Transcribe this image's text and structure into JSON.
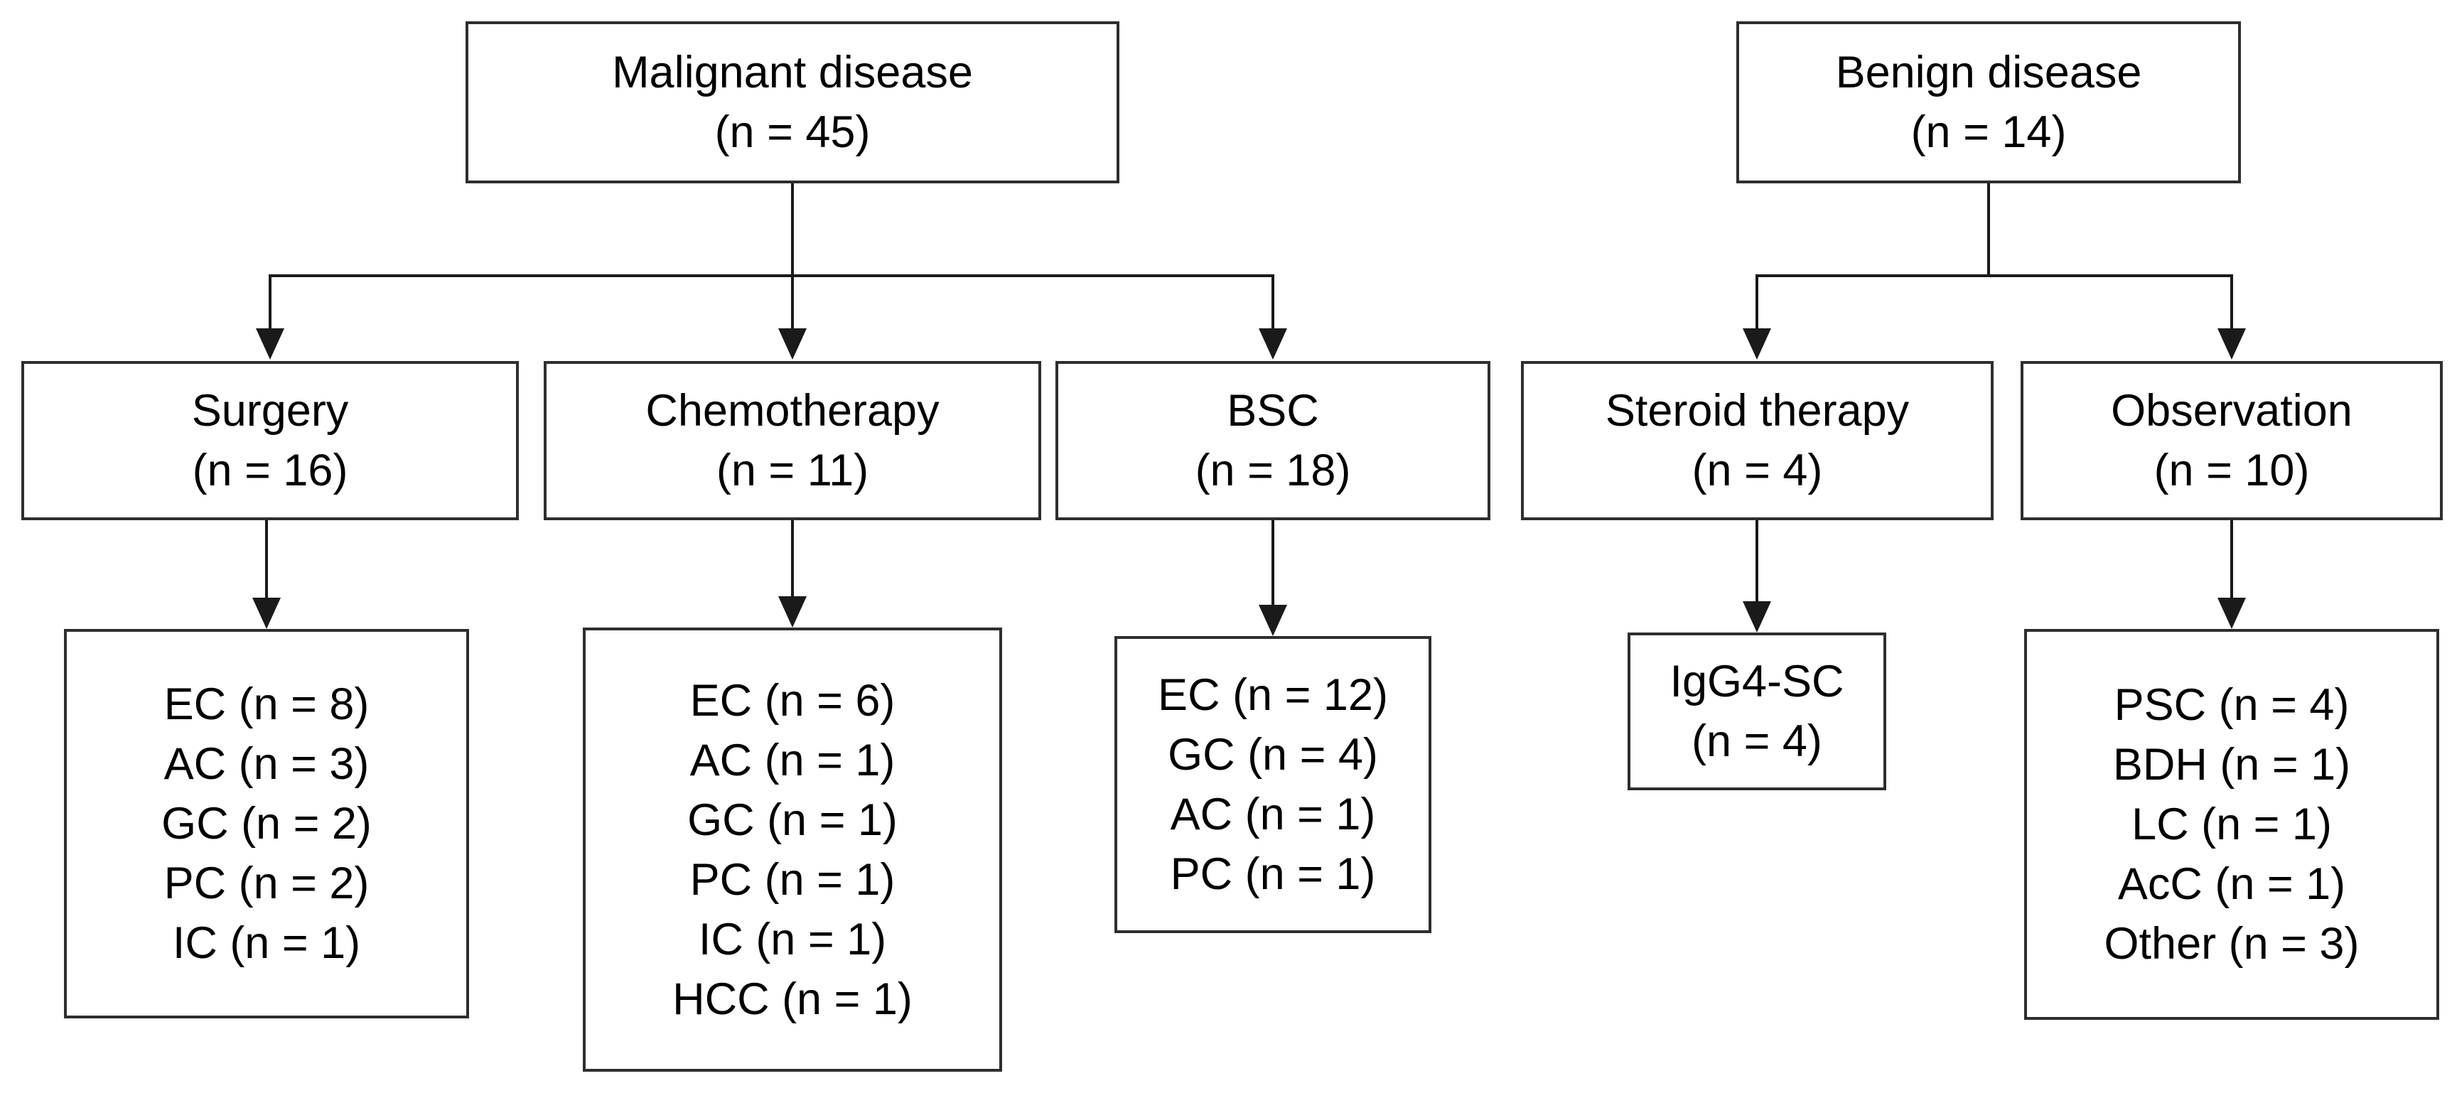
{
  "flowchart": {
    "malignant": {
      "label": "Malignant disease",
      "count": "(n = 45)"
    },
    "benign": {
      "label": "Benign disease",
      "count": "(n = 14)"
    },
    "surgery": {
      "label": "Surgery",
      "count": "(n = 16)"
    },
    "chemotherapy": {
      "label": "Chemotherapy",
      "count": "(n = 11)"
    },
    "bsc": {
      "label": "BSC",
      "count": "(n = 18)"
    },
    "steroid_therapy": {
      "label": "Steroid therapy",
      "count": "(n = 4)"
    },
    "observation": {
      "label": "Observation",
      "count": "(n = 10)"
    },
    "surgery_diagnoses": {
      "lines": [
        "EC (n = 8)",
        "AC (n = 3)",
        "GC (n = 2)",
        "PC (n = 2)",
        "IC (n = 1)"
      ]
    },
    "chemotherapy_diagnoses": {
      "lines": [
        "EC (n = 6)",
        "AC (n = 1)",
        "GC (n = 1)",
        "PC (n = 1)",
        "IC (n = 1)",
        "HCC (n = 1)"
      ]
    },
    "bsc_diagnoses": {
      "lines": [
        "EC (n = 12)",
        "GC (n = 4)",
        "AC (n = 1)",
        "PC (n = 1)"
      ]
    },
    "steroid_diagnoses": {
      "lines": [
        "IgG4-SC",
        "(n = 4)"
      ]
    },
    "observation_diagnoses": {
      "lines": [
        "PSC (n = 4)",
        "BDH (n = 1)",
        "LC (n = 1)",
        "AcC (n = 1)",
        "Other (n = 3)"
      ]
    },
    "colors": {
      "border": "#2e2e2e",
      "line": "#1a1a1a",
      "text": "#000000",
      "background": "#ffffff"
    }
  }
}
